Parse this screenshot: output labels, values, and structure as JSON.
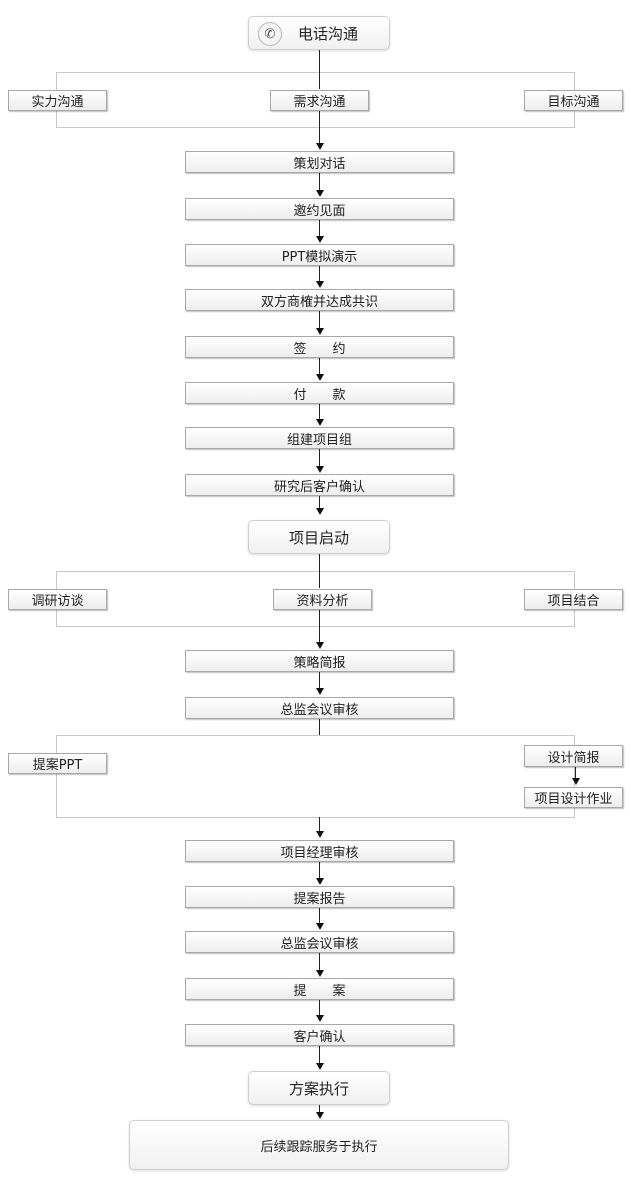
{
  "phase1": {
    "title": "电话沟通",
    "branches": [
      "实力沟通",
      "需求沟通",
      "目标沟通"
    ]
  },
  "steps1": [
    "策划对话",
    "邀约见面",
    "PPT模拟演示",
    "双方商榷并达成共识",
    "签　　约",
    "付　　款",
    "组建项目组",
    "研究后客户确认"
  ],
  "phase2": {
    "title": "项目启动",
    "branches": [
      "调研访谈",
      "资料分析",
      "项目结合"
    ]
  },
  "steps2": [
    "策略简报",
    "总监会议审核"
  ],
  "branch3": {
    "left": "提案PPT",
    "right_top": "设计简报",
    "right_bottom": "项目设计作业"
  },
  "steps3": [
    "项目经理审核",
    "提案报告",
    "总监会议审核",
    "提　　案",
    "客户确认"
  ],
  "phase3": {
    "title": "方案执行"
  },
  "final": {
    "title": "后续跟踪服务于执行"
  },
  "icons": {
    "phone": "phone-icon"
  }
}
